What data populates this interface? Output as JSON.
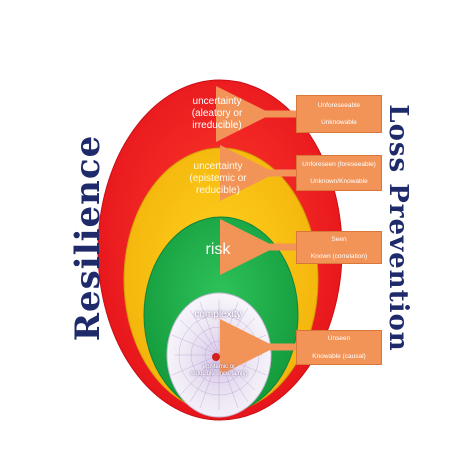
{
  "side_labels": {
    "left": "Resilience",
    "right": "Loss Prevention"
  },
  "rings": [
    {
      "lines": [
        "uncertainty",
        "(aleatory or",
        "irreducible)"
      ],
      "color": "#ee1d23"
    },
    {
      "lines": [
        "uncertainty",
        "(epistemic or",
        "reducible)"
      ],
      "color": "#f5c10f"
    },
    {
      "lines": [
        "risk"
      ],
      "color": "#21b24b"
    },
    {
      "lines": [
        "complexity"
      ],
      "inner_lines": [
        "epistemic or",
        "reducible uncertainty)"
      ],
      "color": "#e7e3ef"
    }
  ],
  "tags": [
    {
      "top": "Unforeseeable",
      "bottom": "Unknowable"
    },
    {
      "top": "Unforeseen (foreseeable)",
      "bottom": "Unknown/Knowable"
    },
    {
      "top": "Seen",
      "bottom": "Known (correlation)"
    },
    {
      "top": "Unseen",
      "bottom": "Knowable (causal)"
    }
  ],
  "colors": {
    "label_text": "#1f2a6b",
    "tag_fill": "#f29458",
    "tag_border": "#d9773a"
  }
}
